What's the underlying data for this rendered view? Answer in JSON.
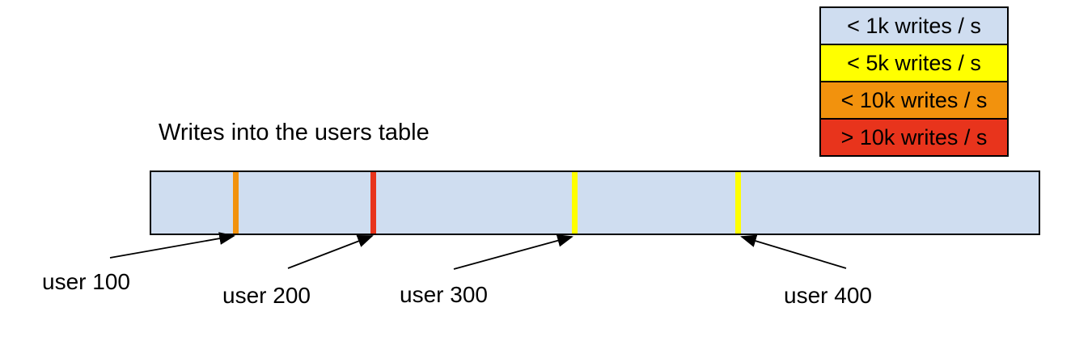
{
  "title": "Writes into the users table",
  "colors": {
    "background": "#FFFFFF",
    "border": "#000000",
    "bar_fill": "#CFDDF0",
    "band_lt_1k": "#CFDDF0",
    "band_lt_5k": "#FFFF00",
    "band_lt_10k": "#F2920D",
    "band_gt_10k": "#E8341C"
  },
  "legend": {
    "items": [
      {
        "label": "< 1k writes / s",
        "color": "#CFDDF0"
      },
      {
        "label": "< 5k writes / s",
        "color": "#FFFF00"
      },
      {
        "label": "< 10k writes / s",
        "color": "#F2920D"
      },
      {
        "label": "> 10k writes / s",
        "color": "#E8341C"
      }
    ]
  },
  "bar": {
    "description": "users table keyspace",
    "fill": "#CFDDF0",
    "markers": [
      {
        "user": "user 100",
        "color": "#F2920D",
        "rate": "< 10k writes / s"
      },
      {
        "user": "user 200",
        "color": "#E8341C",
        "rate": "> 10k writes / s"
      },
      {
        "user": "user 300",
        "color": "#FFFF00",
        "rate": "< 5k writes / s"
      },
      {
        "user": "user 400",
        "color": "#FFFF00",
        "rate": "< 5k writes / s"
      }
    ]
  }
}
